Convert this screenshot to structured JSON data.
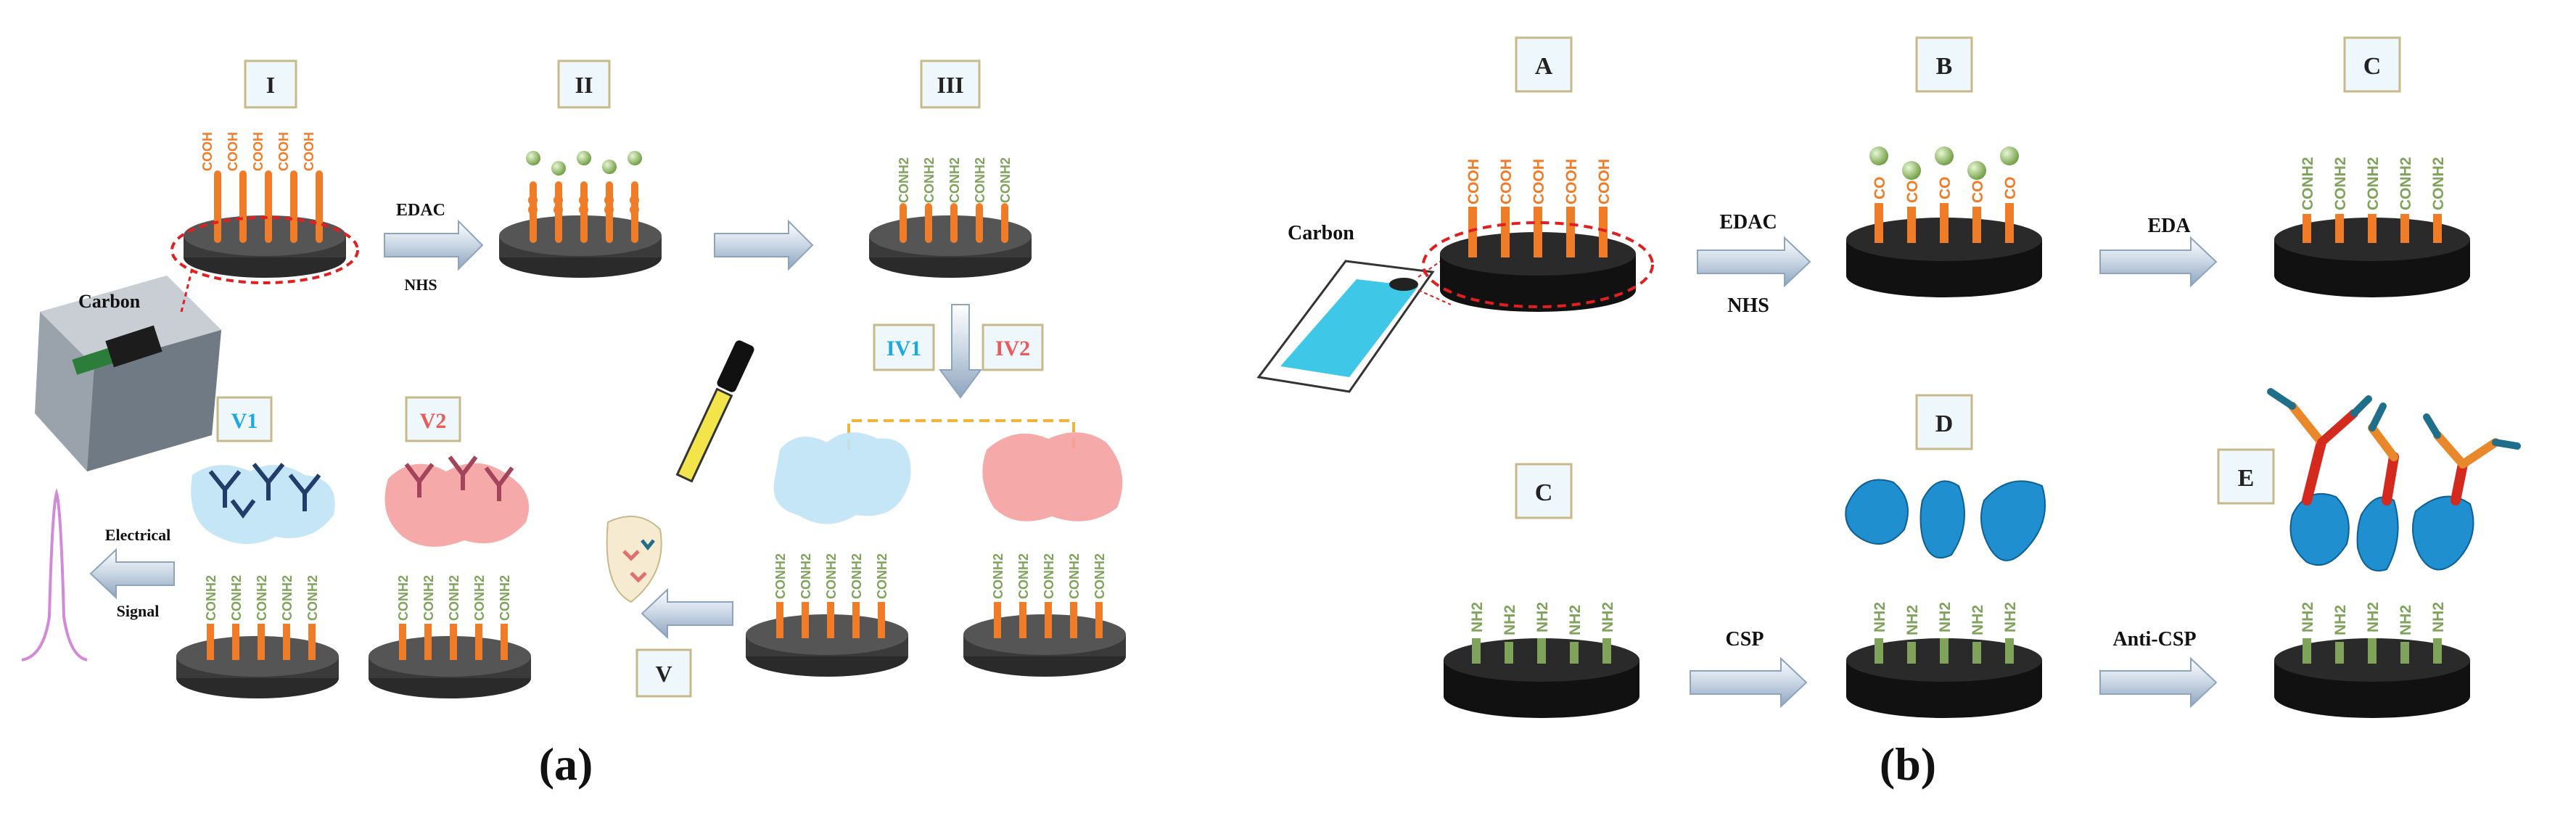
{
  "panels": [
    {
      "id": "a",
      "caption": "(a)",
      "steps": {
        "s1": "I",
        "s2": "II",
        "s3": "III",
        "s4a": "IV1",
        "s4b": "IV2",
        "s5": "V",
        "s6a": "V1",
        "s6b": "V2"
      },
      "reagents": {
        "activator1": "EDAC",
        "activator2": "NHS"
      },
      "electrode_label": "Carbon",
      "signal_label_1": "Electrical",
      "signal_label_2": "Signal",
      "groups": {
        "carboxyl": "COOH",
        "ester": "CO",
        "amide": "CONH2"
      }
    },
    {
      "id": "b",
      "caption": "(b)",
      "steps": {
        "sA": "A",
        "sB": "B",
        "sC1": "C",
        "sC2": "C",
        "sD": "D",
        "sE": "E"
      },
      "reagents": {
        "activator1": "EDAC",
        "activator2": "NHS",
        "linker": "EDA",
        "antigen": "CSP",
        "antibody": "Anti-CSP"
      },
      "electrode_label": "Carbon",
      "groups": {
        "carboxyl": "COOH",
        "ester": "CO",
        "amide": "CONH2",
        "amine": "NH2"
      }
    }
  ],
  "colors": {
    "orange": "#f07c28",
    "green": "#7fa35a",
    "electrode": "#1a1a1a",
    "box_fill": "#eef7fb",
    "protein_blue": "#1f8fcf",
    "pale_blue_protein": "#bfe3f5",
    "pale_red_protein": "#f5a0a0",
    "redline": "#e02020",
    "antibody_red": "#d42a1e",
    "antibody_orange": "#e8882a",
    "antibody_teal": "#1f6f8a"
  }
}
